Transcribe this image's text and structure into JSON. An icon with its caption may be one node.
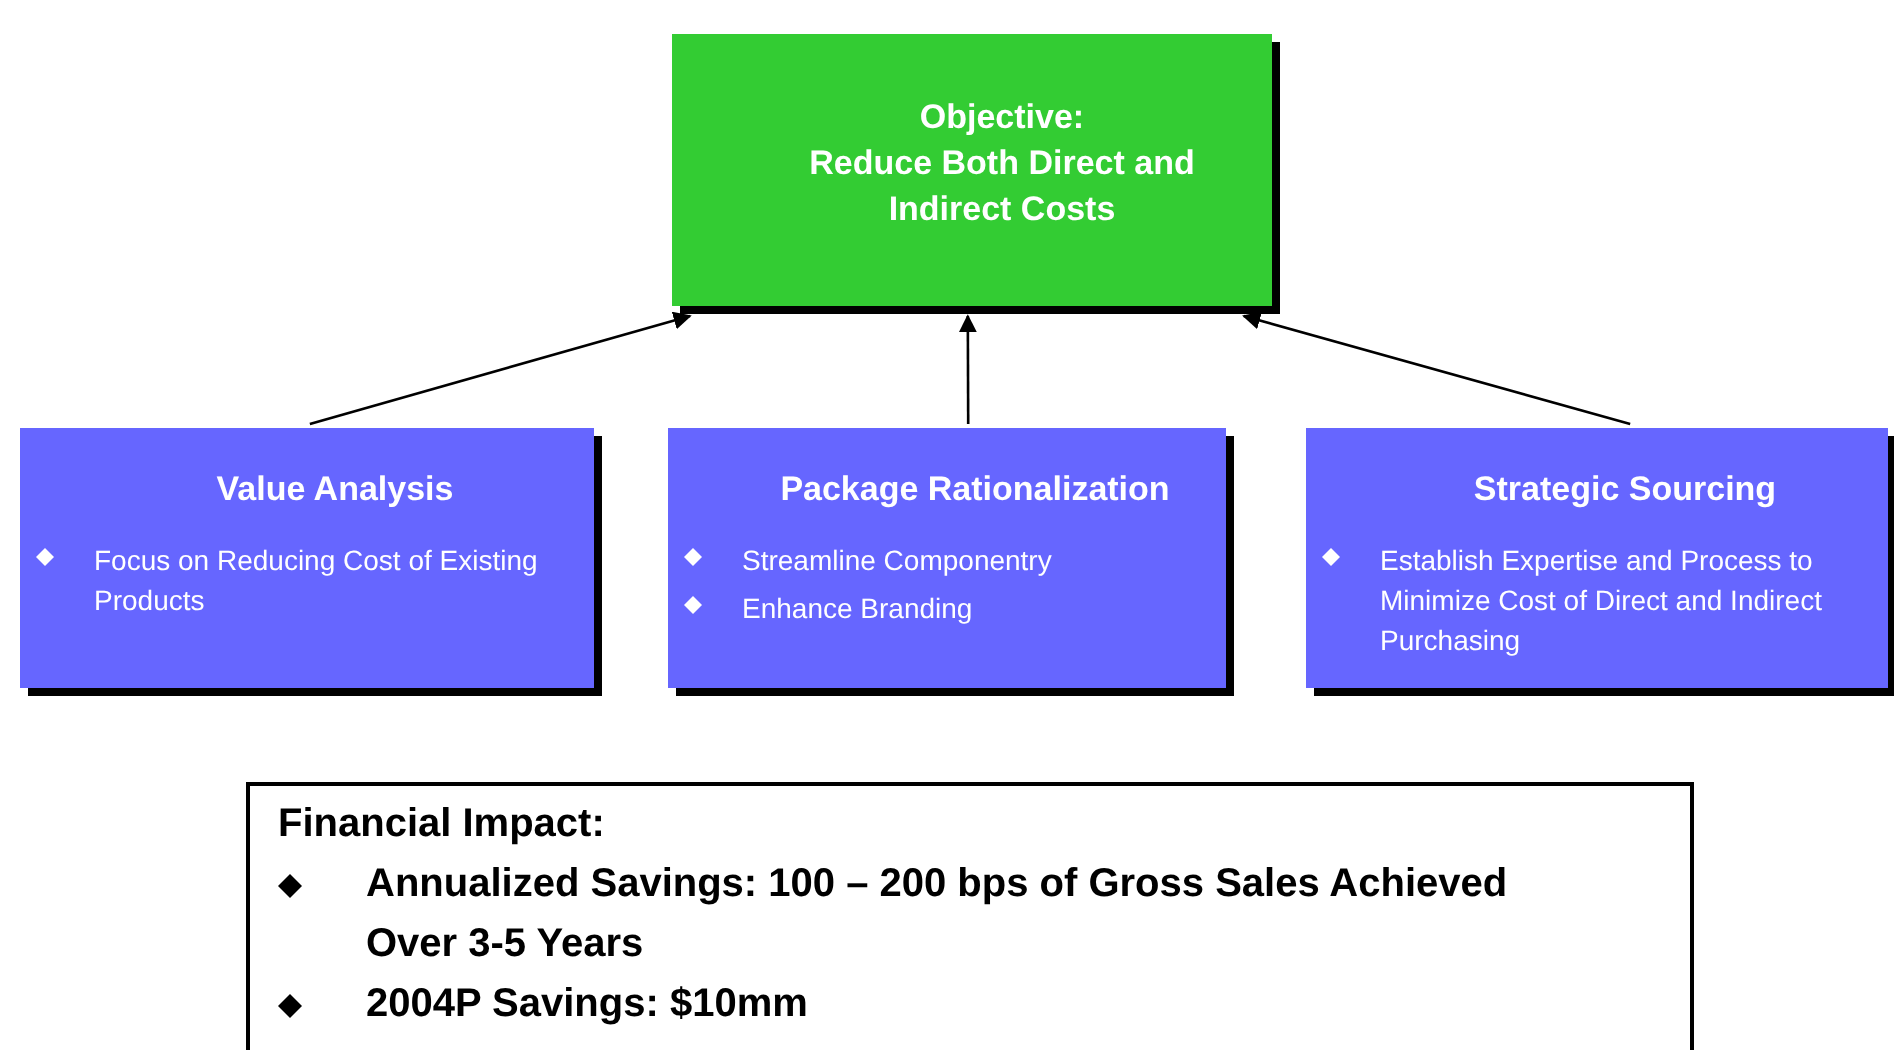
{
  "diagram": {
    "nodes": [
      {
        "text": [
          "Objective:",
          "Reduce Both Direct and Indirect Costs"
        ]
      },
      {
        "text": [
          "Value Analysis",
          "Focus on Reducing Cost of Existing Products"
        ]
      },
      {
        "text": [
          "Package Rationalization",
          "Streamline Componentry",
          "Enhance Branding"
        ]
      },
      {
        "text": [
          "Strategic Sourcing",
          "Establish Expertise and Process to Minimize Cost of Direct and Indirect Purchasing"
        ]
      },
      {
        "text": [
          "Financial Impact:",
          "Annualized Savings: 100 – 200 bps of Gross Sales Achieved Over 3-5 Years",
          "2004P Savings: $10mm"
        ]
      }
    ],
    "edges": [
      {
        "from": 1,
        "to": 0,
        "arrow": "to"
      },
      {
        "from": 2,
        "to": 0,
        "arrow": "to"
      },
      {
        "from": 3,
        "to": 0,
        "arrow": "to"
      }
    ]
  }
}
